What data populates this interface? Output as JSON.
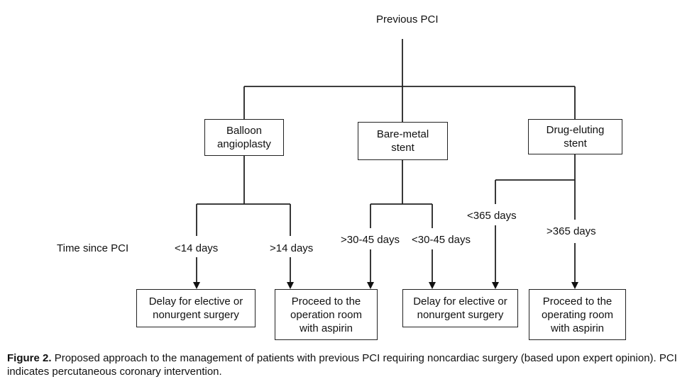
{
  "root": "Previous PCI",
  "categories": {
    "balloon": [
      "Balloon",
      "angioplasty"
    ],
    "bms": [
      "Bare-metal",
      "stent"
    ],
    "des": [
      "Drug-eluting",
      "stent"
    ]
  },
  "time_label": "Time since PCI",
  "edge_labels": {
    "balloon_short": "<14 days",
    "balloon_long": ">14 days",
    "bms_long": ">30-45 days",
    "bms_short": "<30-45 days",
    "des_short": "<365 days",
    "des_long": ">365 days"
  },
  "outcomes": {
    "delay_1": [
      "Delay for elective or",
      "nonurgent surgery"
    ],
    "proceed_1": [
      "Proceed to the",
      "operation room",
      "with aspirin"
    ],
    "delay_2": [
      "Delay for elective or",
      "nonurgent surgery"
    ],
    "proceed_2": [
      "Proceed to the",
      "operating room",
      "with aspirin"
    ]
  },
  "caption": {
    "label": "Figure 2.",
    "text": "Proposed approach to the management of patients with previous PCI requiring noncardiac surgery (based upon expert opinion). PCI indicates percutaneous coronary intervention."
  }
}
